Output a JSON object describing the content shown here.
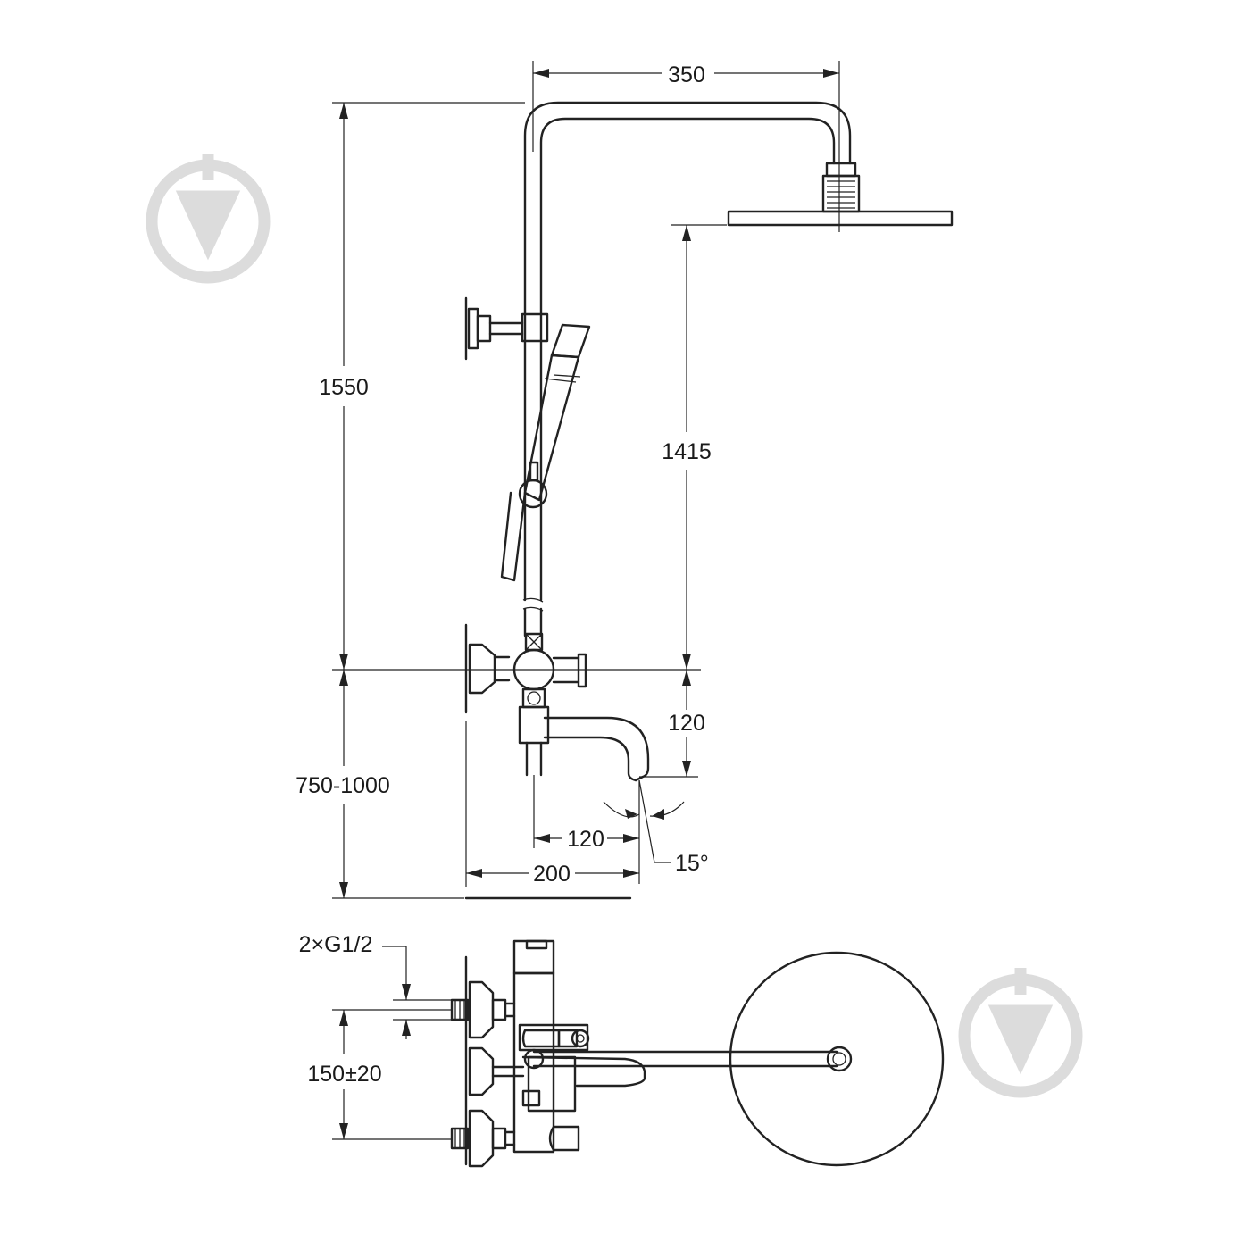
{
  "dimensions": {
    "head_reach": "350",
    "total_height": "1550",
    "head_height": "1415",
    "mixer_height": "750-1000",
    "spout_drop": "120",
    "spout_reach": "120",
    "spout_offset": "200",
    "spout_angle": "15°",
    "inlets": "2×G1/2",
    "inlet_spacing": "150±20"
  },
  "colors": {
    "line": "#222222",
    "watermark": "#dcdcdc"
  },
  "watermark": {
    "icon": "brand-logo-watermark"
  }
}
